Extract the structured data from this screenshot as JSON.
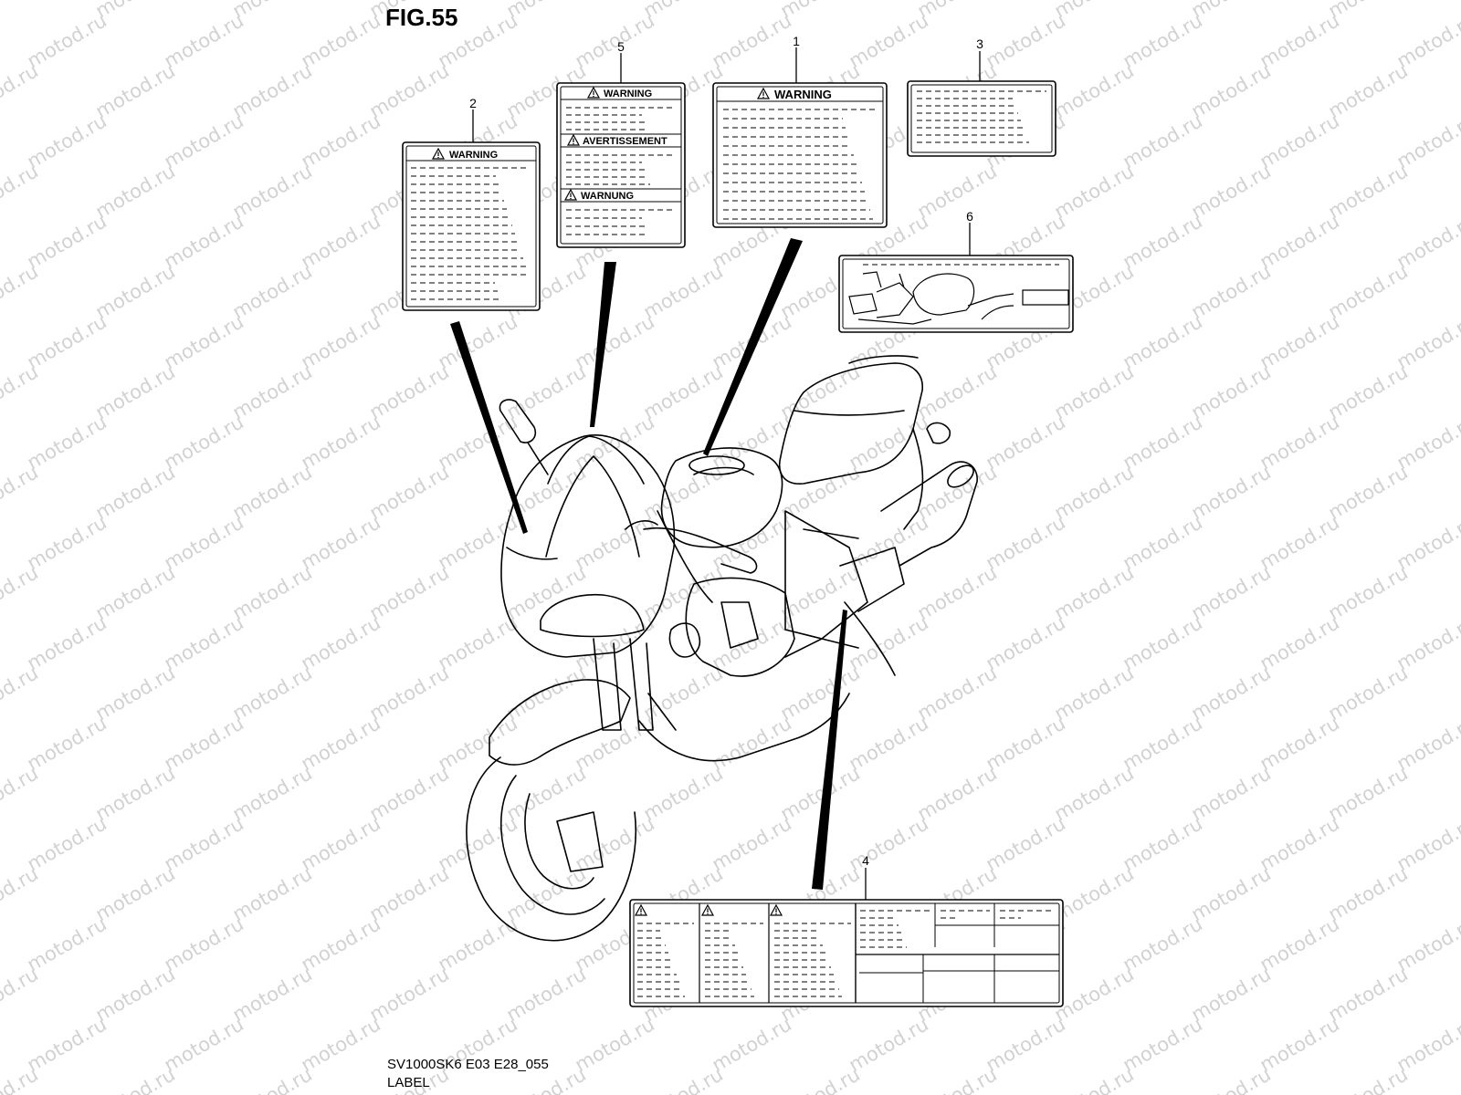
{
  "figure": {
    "title": "FIG.55"
  },
  "watermark": {
    "text": "motod.ru",
    "color": "#d2d2d2"
  },
  "callouts": [
    {
      "number": "1"
    },
    {
      "number": "2"
    },
    {
      "number": "3"
    },
    {
      "number": "4"
    },
    {
      "number": "5"
    },
    {
      "number": "6"
    }
  ],
  "labels": {
    "label_1": {
      "header": "WARNING"
    },
    "label_2": {
      "header": "WARNING"
    },
    "label_5": {
      "headers": [
        "WARNING",
        "AVERTISSEMENT",
        "WARNUNG"
      ]
    }
  },
  "caption": {
    "code": "SV1000SK6 E03 E28_055",
    "name": "LABEL"
  }
}
